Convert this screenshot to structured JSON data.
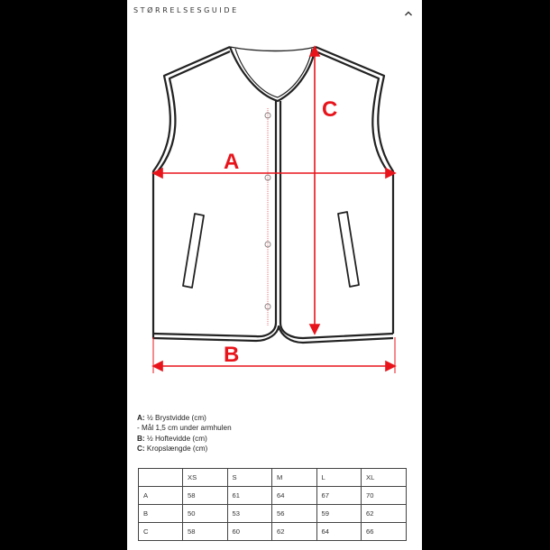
{
  "header": {
    "title": "STØRRELSESGUIDE",
    "collapse_icon": "chevron-up-icon"
  },
  "illustration": {
    "subject": "vest-diagram",
    "labels": {
      "a": "A",
      "b": "B",
      "c": "C"
    },
    "accent_color": "#e8141b"
  },
  "legend": [
    {
      "key": "A:",
      "text": " ½ Brystvidde (cm)"
    },
    {
      "key": "",
      "text": "- Mål 1,5 cm under armhulen"
    },
    {
      "key": "B:",
      "text": " ½ Hoftevidde  (cm)"
    },
    {
      "key": "C:",
      "text": " Kropslængde (cm)"
    }
  ],
  "size_table": {
    "headers": [
      "",
      "XS",
      "S",
      "M",
      "L",
      "XL"
    ],
    "rows": [
      [
        "A",
        "58",
        "61",
        "64",
        "67",
        "70"
      ],
      [
        "B",
        "50",
        "53",
        "56",
        "59",
        "62"
      ],
      [
        "C",
        "58",
        "60",
        "62",
        "64",
        "66"
      ]
    ]
  }
}
